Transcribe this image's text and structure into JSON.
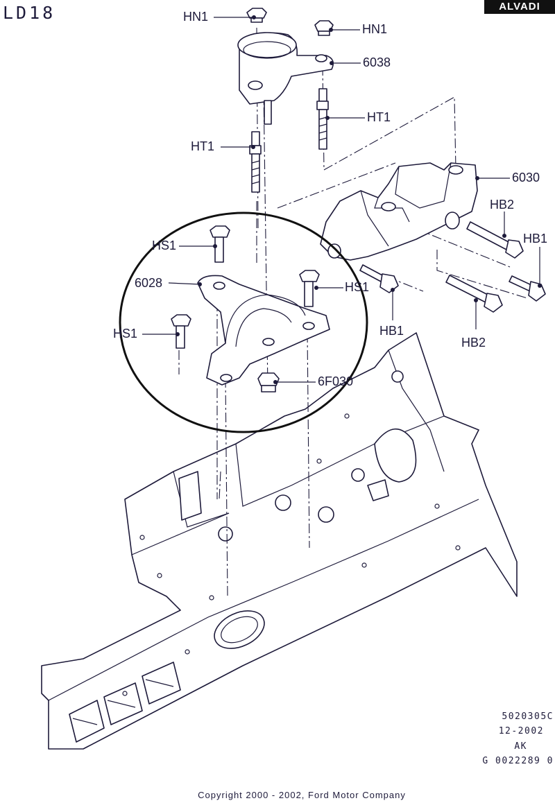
{
  "header": {
    "diagram_code": "LD18",
    "brand": "ALVADI"
  },
  "callouts": {
    "hn1_top_left": "HN1",
    "hn1_top_right": "HN1",
    "p6038": "6038",
    "ht1_right": "HT1",
    "ht1_left": "HT1",
    "p6030": "6030",
    "hb2_top": "HB2",
    "hb1_right": "HB1",
    "hs1_upper_left": "HS1",
    "hs1_right": "HS1",
    "p6028": "6028",
    "hs1_lower_left": "HS1",
    "hb1_lower": "HB1",
    "hb2_lower": "HB2",
    "p6f030": "6F030"
  },
  "footer": {
    "ref_code": "5020305C",
    "date": "12-2002",
    "initials": "AK",
    "doc_number": "G 0022289 0",
    "copyright": "Copyright 2000 - 2002, Ford Motor Company"
  }
}
